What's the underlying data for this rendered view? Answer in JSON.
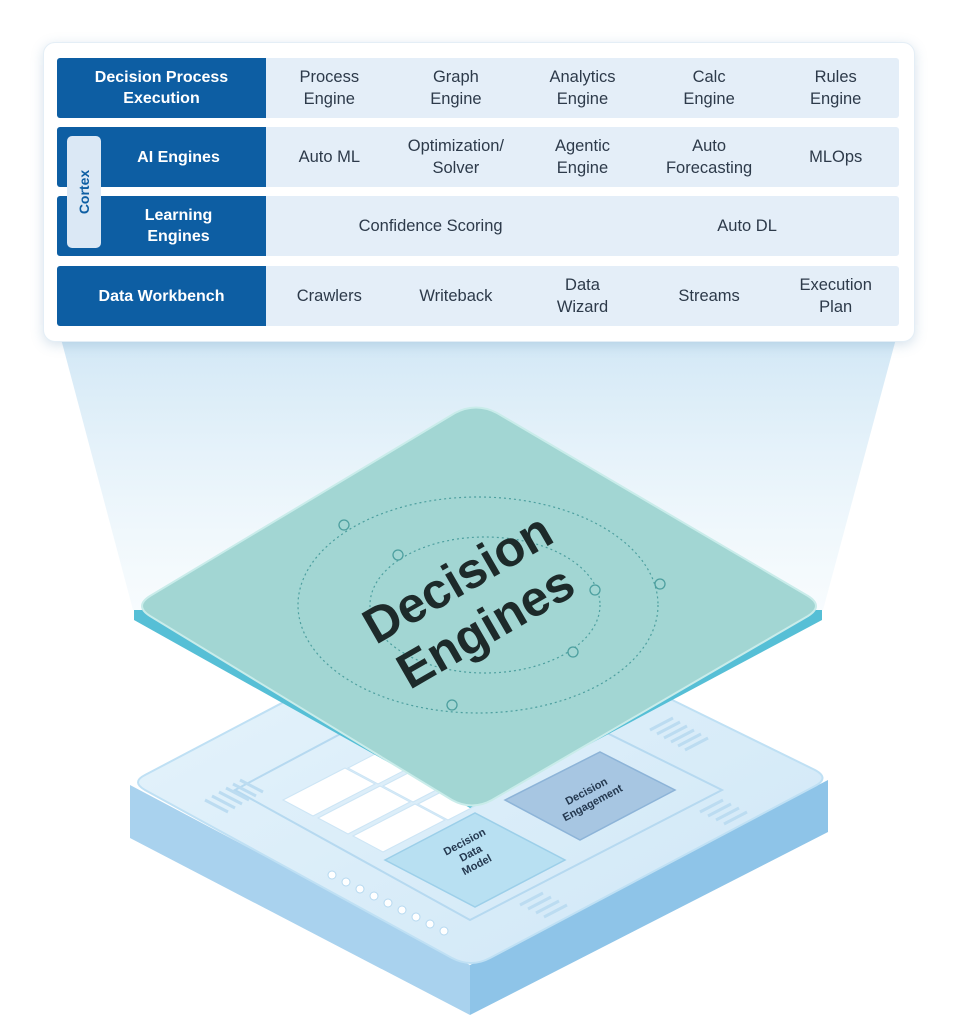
{
  "panel": {
    "cortex_label": "Cortex",
    "rows": [
      {
        "label": "Decision Process\nExecution",
        "cells": [
          "Process\nEngine",
          "Graph\nEngine",
          "Analytics\nEngine",
          "Calc\nEngine",
          "Rules\nEngine"
        ]
      },
      {
        "label": "AI Engines",
        "cells": [
          "Auto ML",
          "Optimization/\nSolver",
          "Agentic\nEngine",
          "Auto\nForecasting",
          "MLOps"
        ]
      },
      {
        "label": "Learning\nEngines",
        "cells": [
          "Confidence Scoring",
          "Auto DL"
        ]
      },
      {
        "label": "Data Workbench",
        "cells": [
          "Crawlers",
          "Writeback",
          "Data\nWizard",
          "Streams",
          "Execution\nPlan"
        ]
      }
    ]
  },
  "chip": {
    "top_layer_title_line1": "Decision",
    "top_layer_title_line2": "Engines",
    "module_engagement": "Decision\nEngagement",
    "module_data_model": "Decision\nData\nModel"
  },
  "colors": {
    "label_blue": "#0d5ea3",
    "row_bg": "#e4eef8",
    "top_layer": "#a2d6d3",
    "base_light": "#d7ecf8",
    "base_side": "#9ccaea"
  }
}
